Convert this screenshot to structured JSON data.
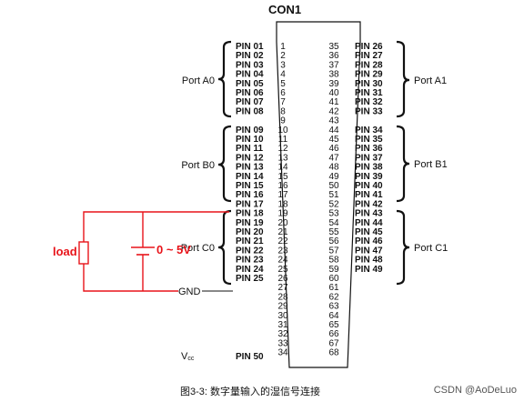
{
  "connector_title": "CON1",
  "left_pins": [
    "01",
    "02",
    "03",
    "04",
    "05",
    "06",
    "07",
    "08",
    "09",
    "10",
    "11",
    "12",
    "13",
    "14",
    "15",
    "16",
    "17",
    "18",
    "19",
    "20",
    "21",
    "22",
    "23",
    "24",
    "25"
  ],
  "right_pins": [
    "26",
    "27",
    "28",
    "29",
    "30",
    "31",
    "32",
    "33",
    "34",
    "35",
    "36",
    "37",
    "38",
    "39",
    "40",
    "41",
    "42",
    "43",
    "44",
    "45",
    "46",
    "47",
    "48",
    "49"
  ],
  "pin_prefix": "PIN",
  "left_numbers": [
    "1",
    "2",
    "3",
    "4",
    "5",
    "6",
    "7",
    "8",
    "9",
    "10",
    "11",
    "12",
    "13",
    "14",
    "15",
    "16",
    "17",
    "18",
    "19",
    "20",
    "21",
    "22",
    "23",
    "24",
    "25",
    "26",
    "27",
    "28",
    "29",
    "30",
    "31",
    "32",
    "33",
    "34"
  ],
  "right_numbers": [
    "35",
    "36",
    "37",
    "38",
    "39",
    "40",
    "41",
    "42",
    "43",
    "44",
    "45",
    "46",
    "47",
    "48",
    "49",
    "50",
    "51",
    "52",
    "53",
    "54",
    "55",
    "56",
    "57",
    "58",
    "59",
    "60",
    "61",
    "62",
    "63",
    "64",
    "65",
    "66",
    "67",
    "68"
  ],
  "left_ports": [
    "Port A0",
    "Port B0",
    "Port C0"
  ],
  "right_ports": [
    "Port A1",
    "Port B1",
    "Port C1"
  ],
  "gnd_label": "GND",
  "vcc_label": "V",
  "vcc_sub": "cc",
  "pin50_label": "PIN 50",
  "load_label": "load",
  "voltage_label": "0 ~ 5V",
  "caption": "图3-3: 数字量输入的湿信号连接",
  "credit": "CSDN @AoDeLuo",
  "colors": {
    "annotation": "#e8141a",
    "line": "#111111"
  }
}
